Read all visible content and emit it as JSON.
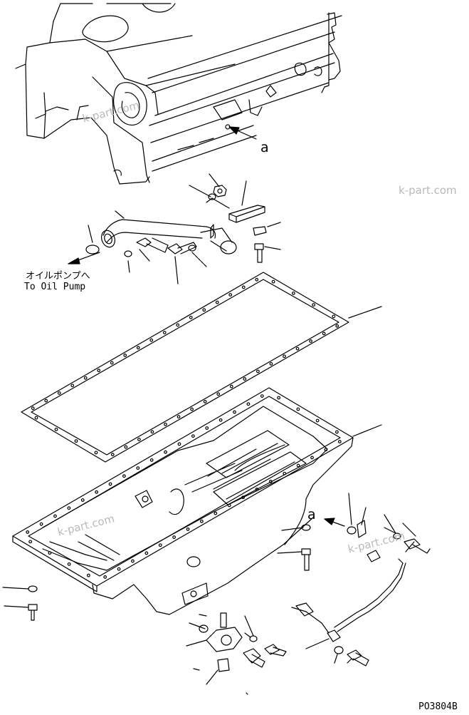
{
  "labels": {
    "ref_a_block": "a",
    "ref_a_pan": "a",
    "oil_pump_jp": "オイルポンプへ",
    "oil_pump_en": "To Oil Pump",
    "drawing_code": "PO3804B"
  },
  "watermarks": [
    "k-part.com",
    "k-part.com",
    "k-part.com",
    "k-part.com"
  ],
  "colors": {
    "line": "#000000",
    "watermark": "#b9b9b9",
    "background": "#ffffff"
  }
}
